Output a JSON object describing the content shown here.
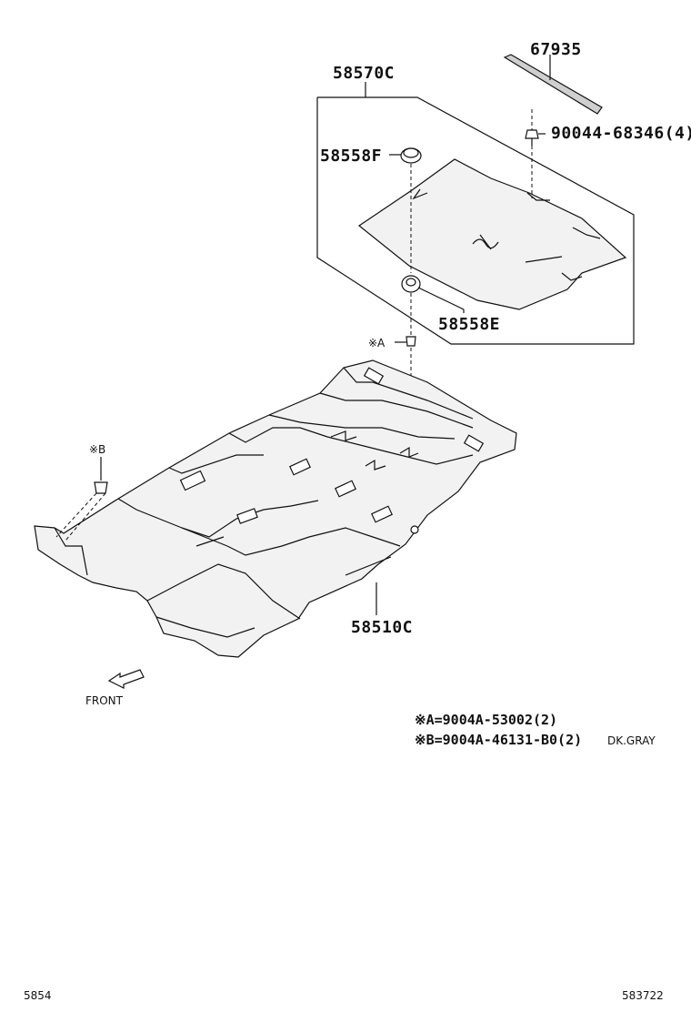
{
  "parts": {
    "p67935": "67935",
    "p58570c": "58570C",
    "p58558f": "58558F",
    "p90044": "90044-68346(4)",
    "p58558e": "58558E",
    "p58510c": "58510C"
  },
  "callouts": {
    "a": "※A",
    "b": "※B"
  },
  "front_label": "FRONT",
  "notes": {
    "a": "※A=9004A-53002(2)",
    "b_main": "※B=9004A-46131-B0(2)",
    "b_color": "DK.GRAY"
  },
  "footer": {
    "left": "5854",
    "right": "583722"
  }
}
